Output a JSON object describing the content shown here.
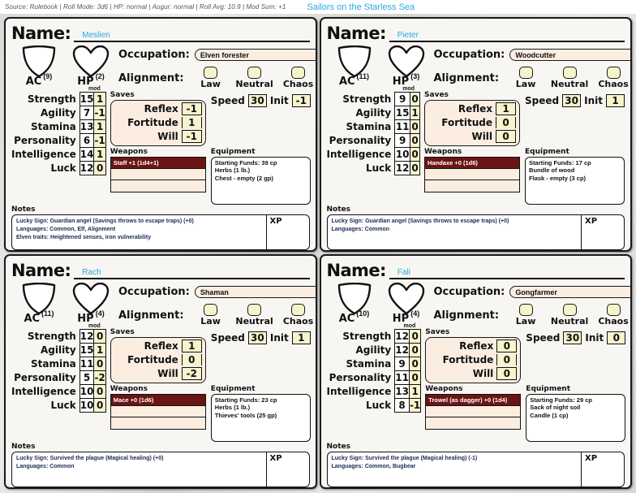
{
  "topbar": {
    "meta": "Source: Rulebook | Roll Mode: 3d6 | HP: normal | Augur: normal | Roll Avg: 10.9 | Mod Sum: +1",
    "title": "Sailors on the Starless Sea"
  },
  "labels": {
    "name": "Name:",
    "ac": "AC",
    "hp": "HP",
    "occupation": "Occupation:",
    "alignment": "Alignment:",
    "law": "Law",
    "neutral": "Neutral",
    "chaos": "Chaos",
    "mod": "mod",
    "saves": "Saves",
    "reflex": "Reflex",
    "fortitude": "Fortitude",
    "will": "Will",
    "speed": "Speed",
    "init": "Init",
    "weapons": "Weapons",
    "equipment": "Equipment",
    "notes": "Notes",
    "xp": "XP",
    "strength": "Strength",
    "agility": "Agility",
    "stamina": "Stamina",
    "personality": "Personality",
    "intelligence": "Intelligence",
    "luck": "Luck"
  },
  "colors": {
    "accent": "#29a8e0",
    "weapon_filled": "#6b1414",
    "field_cream": "#fbeee1",
    "value_yellow": "#f6f3cd",
    "notes_text": "#1b2a55"
  },
  "characters": [
    {
      "name": "Meslien",
      "ac": "(9)",
      "hp": "(2)",
      "occupation": "Elven forester",
      "stats": [
        {
          "name": "Strength",
          "value": "15",
          "mod": "1"
        },
        {
          "name": "Agility",
          "value": "7",
          "mod": "-1"
        },
        {
          "name": "Stamina",
          "value": "13",
          "mod": "1"
        },
        {
          "name": "Personality",
          "value": "6",
          "mod": "-1"
        },
        {
          "name": "Intelligence",
          "value": "14",
          "mod": "1"
        },
        {
          "name": "Luck",
          "value": "12",
          "mod": "0"
        }
      ],
      "saves": {
        "reflex": "-1",
        "fortitude": "1",
        "will": "-1"
      },
      "speed": "30",
      "init": "-1",
      "weapons": [
        "Staff +1 (1d4+1)",
        "",
        ""
      ],
      "equipment": [
        "Starting Funds: 39 cp",
        "Herbs (1 lb.)",
        "Chest - empty (2 gp)"
      ],
      "notes": [
        "Lucky Sign: Guardian angel (Savings throws to escape traps) (+0)",
        "Languages: Common, Elf, Alignment",
        "Elven traits: Heightened senses, iron vulnerability"
      ]
    },
    {
      "name": "Pieter",
      "ac": "(11)",
      "hp": "(3)",
      "occupation": "Woodcutter",
      "stats": [
        {
          "name": "Strength",
          "value": "9",
          "mod": "0"
        },
        {
          "name": "Agility",
          "value": "15",
          "mod": "1"
        },
        {
          "name": "Stamina",
          "value": "11",
          "mod": "0"
        },
        {
          "name": "Personality",
          "value": "9",
          "mod": "0"
        },
        {
          "name": "Intelligence",
          "value": "10",
          "mod": "0"
        },
        {
          "name": "Luck",
          "value": "12",
          "mod": "0"
        }
      ],
      "saves": {
        "reflex": "1",
        "fortitude": "0",
        "will": "0"
      },
      "speed": "30",
      "init": "1",
      "weapons": [
        "Handaxe +0 (1d6)",
        "",
        ""
      ],
      "equipment": [
        "Starting Funds: 17 cp",
        "Bundle of wood",
        "Flask - empty (3 cp)"
      ],
      "notes": [
        "Lucky Sign: Guardian angel (Savings throws to escape traps) (+0)",
        "Languages: Common"
      ]
    },
    {
      "name": "Rach",
      "ac": "(11)",
      "hp": "(4)",
      "occupation": "Shaman",
      "stats": [
        {
          "name": "Strength",
          "value": "12",
          "mod": "0"
        },
        {
          "name": "Agility",
          "value": "15",
          "mod": "1"
        },
        {
          "name": "Stamina",
          "value": "11",
          "mod": "0"
        },
        {
          "name": "Personality",
          "value": "5",
          "mod": "-2"
        },
        {
          "name": "Intelligence",
          "value": "10",
          "mod": "0"
        },
        {
          "name": "Luck",
          "value": "10",
          "mod": "0"
        }
      ],
      "saves": {
        "reflex": "1",
        "fortitude": "0",
        "will": "-2"
      },
      "speed": "30",
      "init": "1",
      "weapons": [
        "Mace +0 (1d6)",
        "",
        ""
      ],
      "equipment": [
        "Starting Funds: 23 cp",
        "Herbs (1 lb.)",
        "Thieves' tools (25 gp)"
      ],
      "notes": [
        "Lucky Sign: Survived the plague (Magical healing) (+0)",
        "Languages: Common"
      ]
    },
    {
      "name": "Fali",
      "ac": "(10)",
      "hp": "(4)",
      "occupation": "Gongfarmer",
      "stats": [
        {
          "name": "Strength",
          "value": "12",
          "mod": "0"
        },
        {
          "name": "Agility",
          "value": "12",
          "mod": "0"
        },
        {
          "name": "Stamina",
          "value": "9",
          "mod": "0"
        },
        {
          "name": "Personality",
          "value": "11",
          "mod": "0"
        },
        {
          "name": "Intelligence",
          "value": "13",
          "mod": "1"
        },
        {
          "name": "Luck",
          "value": "8",
          "mod": "-1"
        }
      ],
      "saves": {
        "reflex": "0",
        "fortitude": "0",
        "will": "0"
      },
      "speed": "30",
      "init": "0",
      "weapons": [
        "Trowel (as dagger) +0 (1d4)",
        "",
        ""
      ],
      "equipment": [
        "Starting Funds: 29 cp",
        "Sack of night soil",
        "Candle (1 cp)"
      ],
      "notes": [
        "Lucky Sign: Survived the plague (Magical healing) (-1)",
        "Languages: Common, Bugbear"
      ]
    }
  ]
}
